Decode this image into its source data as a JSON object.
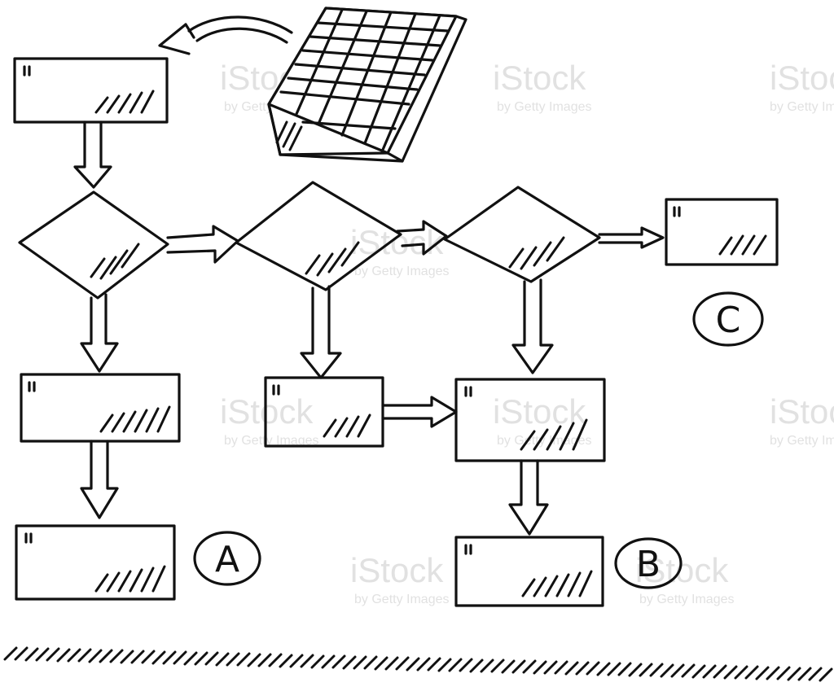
{
  "diagram": {
    "type": "flowchart-sketch",
    "nodes": [
      {
        "id": "start",
        "shape": "rectangle"
      },
      {
        "id": "decision-1",
        "shape": "diamond"
      },
      {
        "id": "decision-2",
        "shape": "diamond"
      },
      {
        "id": "decision-3",
        "shape": "diamond"
      },
      {
        "id": "box-c",
        "shape": "rectangle"
      },
      {
        "id": "box-left-mid",
        "shape": "rectangle"
      },
      {
        "id": "box-a",
        "shape": "rectangle"
      },
      {
        "id": "box-center-mid",
        "shape": "rectangle"
      },
      {
        "id": "box-right-mid",
        "shape": "rectangle"
      },
      {
        "id": "box-b",
        "shape": "rectangle"
      },
      {
        "id": "grid-sheet",
        "shape": "spreadsheet-grid"
      }
    ],
    "edges": [
      {
        "from": "grid-sheet",
        "to": "start",
        "style": "curved-arrow"
      },
      {
        "from": "start",
        "to": "decision-1"
      },
      {
        "from": "decision-1",
        "to": "decision-2"
      },
      {
        "from": "decision-2",
        "to": "decision-3"
      },
      {
        "from": "decision-3",
        "to": "box-c"
      },
      {
        "from": "decision-1",
        "to": "box-left-mid"
      },
      {
        "from": "box-left-mid",
        "to": "box-a"
      },
      {
        "from": "decision-2",
        "to": "box-center-mid"
      },
      {
        "from": "box-center-mid",
        "to": "box-right-mid"
      },
      {
        "from": "decision-3",
        "to": "box-right-mid"
      },
      {
        "from": "box-right-mid",
        "to": "box-b"
      }
    ],
    "labels": {
      "a": "A",
      "b": "B",
      "c": "C"
    }
  },
  "watermark": {
    "brand": "iStock",
    "credit": "by Getty Images"
  },
  "colors": {
    "ink": "#111111",
    "background": "#ffffff",
    "watermark": "#bdbdbd"
  }
}
